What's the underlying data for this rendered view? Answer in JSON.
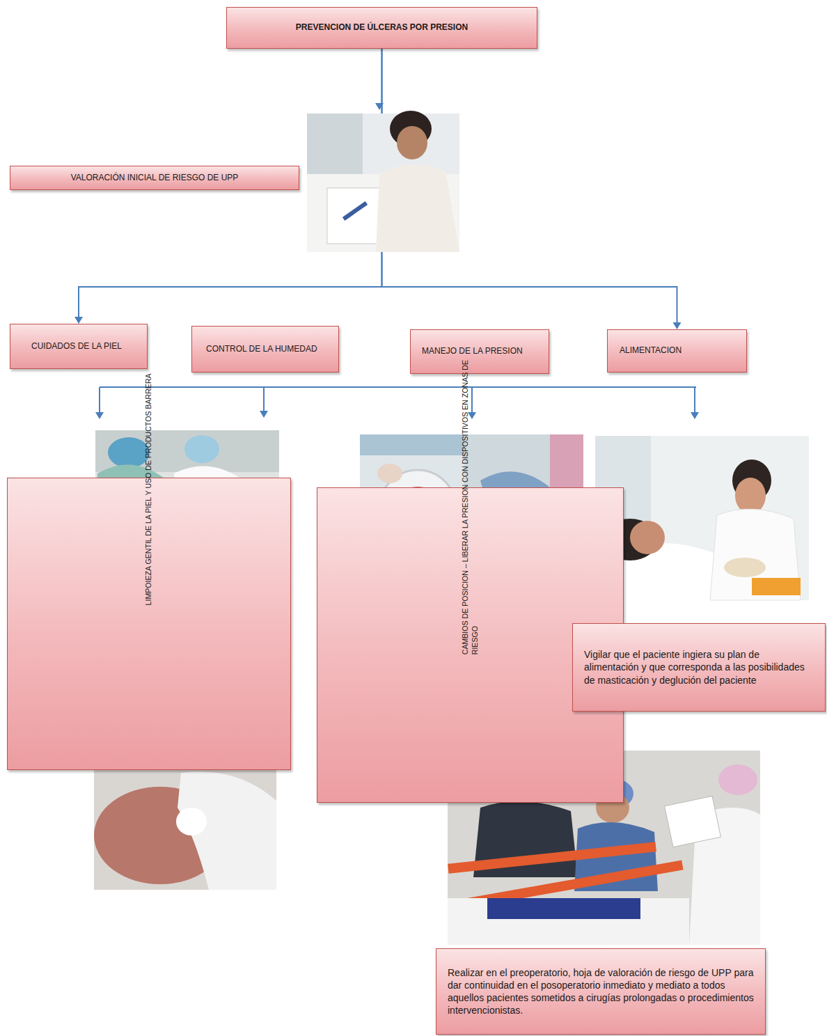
{
  "diagram": {
    "nodes": [
      {
        "text": [
          "PREVENCION DE ÚLCERAS POR PRESION"
        ]
      },
      {
        "text": [
          "VALORACIÓN INICIAL DE RIESGO DE UPP"
        ]
      },
      {
        "text": [
          "CUIDADOS DE LA PIEL"
        ]
      },
      {
        "text": [
          "CONTROL DE LA HUMEDAD"
        ]
      },
      {
        "text": [
          "MANEJO DE LA PRESION"
        ]
      },
      {
        "text": [
          "ALIMENTACION"
        ]
      },
      {
        "text": [
          "LIMPOIEZA GENTIL DE LA PIEL Y USO DE PRODUCTOS BARRERA"
        ]
      },
      {
        "text": [
          "CAMBIOS DE POSICION – LIBERAR LA PRESION CON DISPOSITIVOS EN ZONAS DE RIESGO"
        ]
      },
      {
        "text": [
          "Vigilar que el paciente ingiera su plan de alimentación y que corresponda a las posibilidades de masticación y deglución del paciente"
        ]
      },
      {
        "text": [
          "Realizar en el preoperatorio, hoja de valoración de riesgo de UPP para dar continuidad en el posoperatorio inmediato y mediato a todos aquellos pacientes sometidos a cirugías prolongadas o procedimientos intervencionistas."
        ]
      }
    ],
    "edges": [
      {
        "from": 0,
        "to": 2,
        "arrow": "to"
      },
      {
        "from": 0,
        "to": 5,
        "arrow": "to"
      }
    ]
  }
}
